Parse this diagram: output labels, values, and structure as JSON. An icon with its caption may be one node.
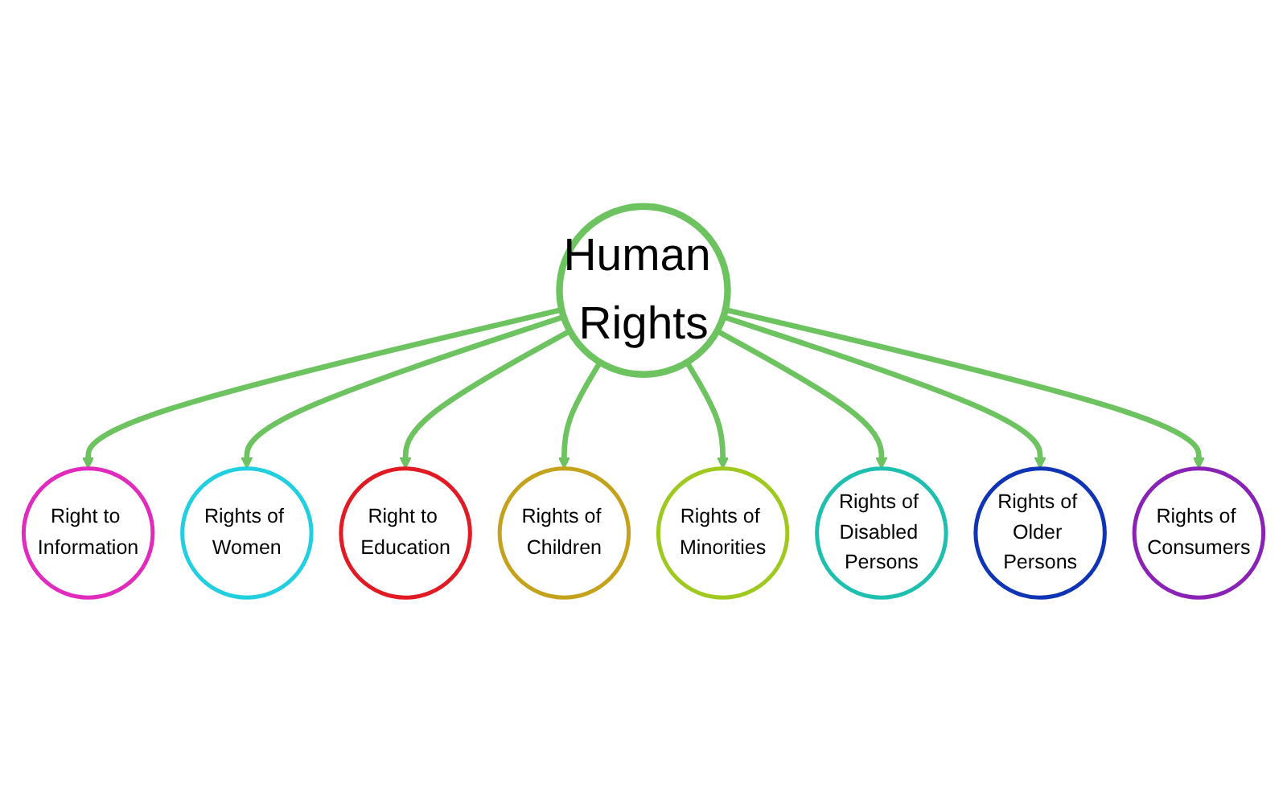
{
  "diagram": {
    "nodes": [
      {
        "text": [
          "Human Rights"
        ]
      },
      {
        "text": [
          "Right to Information"
        ]
      },
      {
        "text": [
          "Rights of Women"
        ]
      },
      {
        "text": [
          "Right to Education"
        ]
      },
      {
        "text": [
          "Rights of Children"
        ]
      },
      {
        "text": [
          "Rights of Minorities"
        ]
      },
      {
        "text": [
          "Rights of Disabled Persons"
        ]
      },
      {
        "text": [
          "Rights of Older Persons"
        ]
      },
      {
        "text": [
          "Rights of Consumers"
        ]
      }
    ],
    "edges": [
      {
        "from": 0,
        "to": 1,
        "arrow": "to"
      },
      {
        "from": 0,
        "to": 2,
        "arrow": "to"
      },
      {
        "from": 0,
        "to": 3,
        "arrow": "to"
      },
      {
        "from": 0,
        "to": 4,
        "arrow": "to"
      },
      {
        "from": 0,
        "to": 5,
        "arrow": "to"
      },
      {
        "from": 0,
        "to": 6,
        "arrow": "to"
      },
      {
        "from": 0,
        "to": 7,
        "arrow": "to"
      },
      {
        "from": 0,
        "to": 8,
        "arrow": "to"
      }
    ]
  }
}
